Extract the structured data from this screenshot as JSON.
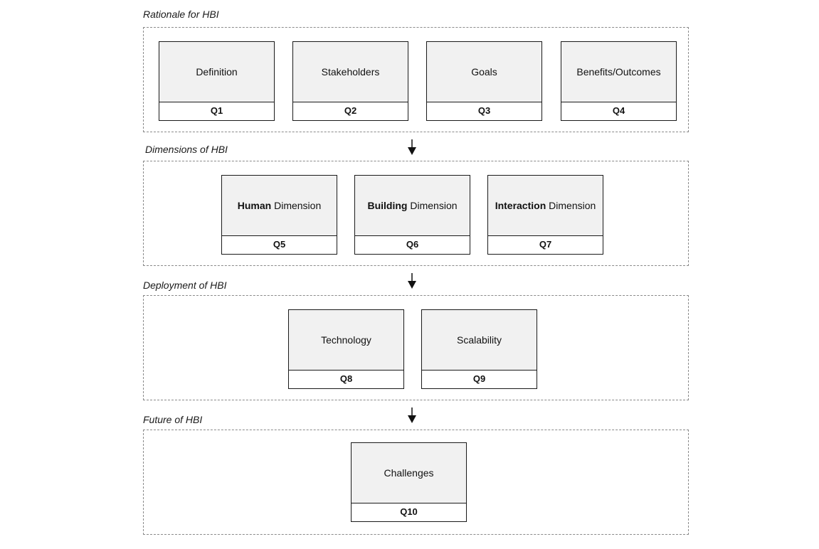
{
  "sections": [
    {
      "label": "Rationale for HBI",
      "items": [
        {
          "title": "Definition",
          "q": "Q1"
        },
        {
          "title": "Stakeholders",
          "q": "Q2"
        },
        {
          "title": "Goals",
          "q": "Q3"
        },
        {
          "title": "Benefits/Outcomes",
          "q": "Q4"
        }
      ]
    },
    {
      "label": "Dimensions of HBI",
      "items": [
        {
          "bold": "Human",
          "title": "Dimension",
          "q": "Q5"
        },
        {
          "bold": "Building",
          "title": "Dimension",
          "q": "Q6"
        },
        {
          "bold": "Interaction",
          "title": "Dimension",
          "q": "Q7"
        }
      ]
    },
    {
      "label": "Deployment of HBI",
      "items": [
        {
          "title": "Technology",
          "q": "Q8"
        },
        {
          "title": "Scalability",
          "q": "Q9"
        }
      ]
    },
    {
      "label": "Future of HBI",
      "items": [
        {
          "title": "Challenges",
          "q": "Q10"
        }
      ]
    }
  ]
}
